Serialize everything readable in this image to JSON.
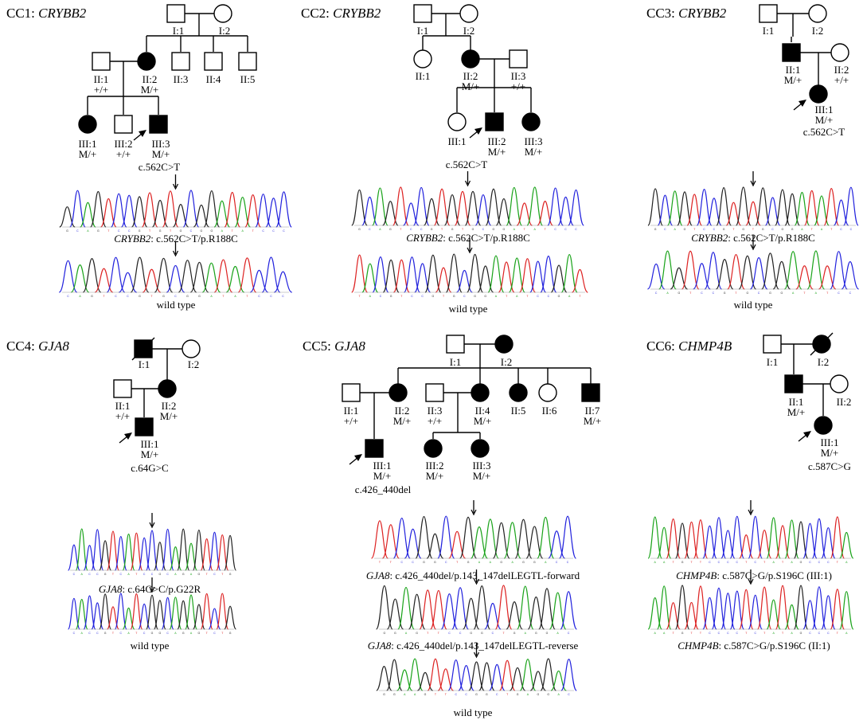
{
  "panels": [
    {
      "id": "CC1",
      "prefix": "CC1: ",
      "gene": "CRYBB2",
      "labels": [
        "I:1",
        "I:2",
        "II:1",
        "+/+",
        "II:2",
        "M/+",
        "II:3",
        "II:4",
        "II:5",
        "III:1",
        "M/+",
        "III:2",
        "+/+",
        "III:3",
        "M/+",
        "c.562C>T"
      ],
      "captions": [
        {
          "gene": "CRYBB2",
          "text": ": c.562C>T/p.R188C"
        },
        {
          "gene": "",
          "text": "wild type"
        }
      ],
      "traces": [
        {
          "bases": "GCAGTCCGTGTGCGGATATCCC",
          "arrow": true
        },
        {
          "bases": "CAGTCCGTGCGGATATCCC",
          "arrow": true
        }
      ]
    },
    {
      "id": "CC2",
      "prefix": "CC2: ",
      "gene": "CRYBB2",
      "labels": [
        "I:1",
        "I:2",
        "II:1",
        "II:2",
        "M/+",
        "II:3",
        "+/+",
        "III:1",
        "III:2",
        "M/+",
        "III:3",
        "M/+",
        "c.562C>T"
      ],
      "captions": [
        {
          "gene": "CRYBB2",
          "text": ": c.562C>T/p.R188C"
        },
        {
          "gene": "",
          "text": "wild type"
        }
      ],
      "traces": [
        {
          "bases": "GCAGTCCGTGTGCGGATATCCC",
          "arrow": true
        },
        {
          "bases": "TACGTCCGTGCGGATATCCGAT",
          "arrow": true
        }
      ]
    },
    {
      "id": "CC3",
      "prefix": "CC3: ",
      "gene": "CRYBB2",
      "labels": [
        "I:1",
        "I:2",
        "II:1",
        "M/+",
        "II:2",
        "+/+",
        "III:1",
        "M/+",
        "c.562C>T"
      ],
      "captions": [
        {
          "gene": "CRYBB2",
          "text": ": c.562C>T/p.R188C"
        },
        {
          "gene": "",
          "text": "wild type"
        }
      ],
      "traces": [
        {
          "bases": "GCAGTCCGTGTGCGGATATCC",
          "arrow": true
        },
        {
          "bases": "CAGTCCGTGCGGATATCC",
          "arrow": true
        }
      ]
    },
    {
      "id": "CC4",
      "prefix": "CC4: ",
      "gene": "GJA8",
      "labels": [
        "I:1",
        "I:2",
        "II:1",
        "+/+",
        "II:2",
        "M/+",
        "III:1",
        "M/+",
        "c.64G>C"
      ],
      "captions": [
        {
          "gene": "GJA8",
          "text": ": c.64G>C/p.G22R"
        },
        {
          "gene": "",
          "text": "wild type"
        }
      ],
      "traces": [
        {
          "bases": "CACCGTCATCCGCAGAGTCTG",
          "arrow": true
        },
        {
          "bases": "CACCGTCATCGGCAGAGTCTG",
          "arrow": true
        }
      ]
    },
    {
      "id": "CC5",
      "prefix": "CC5: ",
      "gene": "GJA8",
      "labels": [
        "I:1",
        "I:2",
        "II:1",
        "+/+",
        "II:2",
        "M/+",
        "II:3",
        "+/+",
        "II:4",
        "M/+",
        "II:5",
        "II:6",
        "II:7",
        "M/+",
        "III:1",
        "M/+",
        "c.426_440del",
        "III:2",
        "M/+",
        "III:3",
        "M/+"
      ],
      "captions": [
        {
          "gene": "GJA8",
          "text": ": c.426_440del/p.143_147delLEGTL-forward"
        },
        {
          "gene": "GJA8",
          "text": ": c.426_440del/p.143_147delLEGTL-reverse"
        },
        {
          "gene": "",
          "text": "wild type"
        }
      ],
      "traces": [
        {
          "bases": "TTCCGGCTGAAGAGGACC",
          "arrow": true
        },
        {
          "bases": "GGAGTTCCGGCTGAGGAC",
          "arrow": true
        },
        {
          "bases": "GGAAGTTCCGGCTGAGGAC",
          "arrow": true
        }
      ]
    },
    {
      "id": "CC6",
      "prefix": "CC6: ",
      "gene": "CHMP4B",
      "labels": [
        "I:1",
        "I:2",
        "II:1",
        "M/+",
        "II:2",
        "III:1",
        "M/+",
        "c.587C>G"
      ],
      "captions": [
        {
          "gene": "CHMP4B",
          "text": ": c.587C>G/p.S196C (III:1)"
        },
        {
          "gene": "CHMP4B",
          "text": ": c.587C>G/p.S196C (II:1)"
        }
      ],
      "traces": [
        {
          "bases": "AATGTTCCCCTCTATAGCCCTA",
          "arrow": true
        },
        {
          "bases": "AATGTTCCCCTCTATAGCCCTA",
          "arrow": true
        }
      ]
    }
  ],
  "colors": {
    "A": "#1aa31a",
    "C": "#2222dd",
    "G": "#222222",
    "T": "#dd2222",
    "affected": "#000000"
  }
}
